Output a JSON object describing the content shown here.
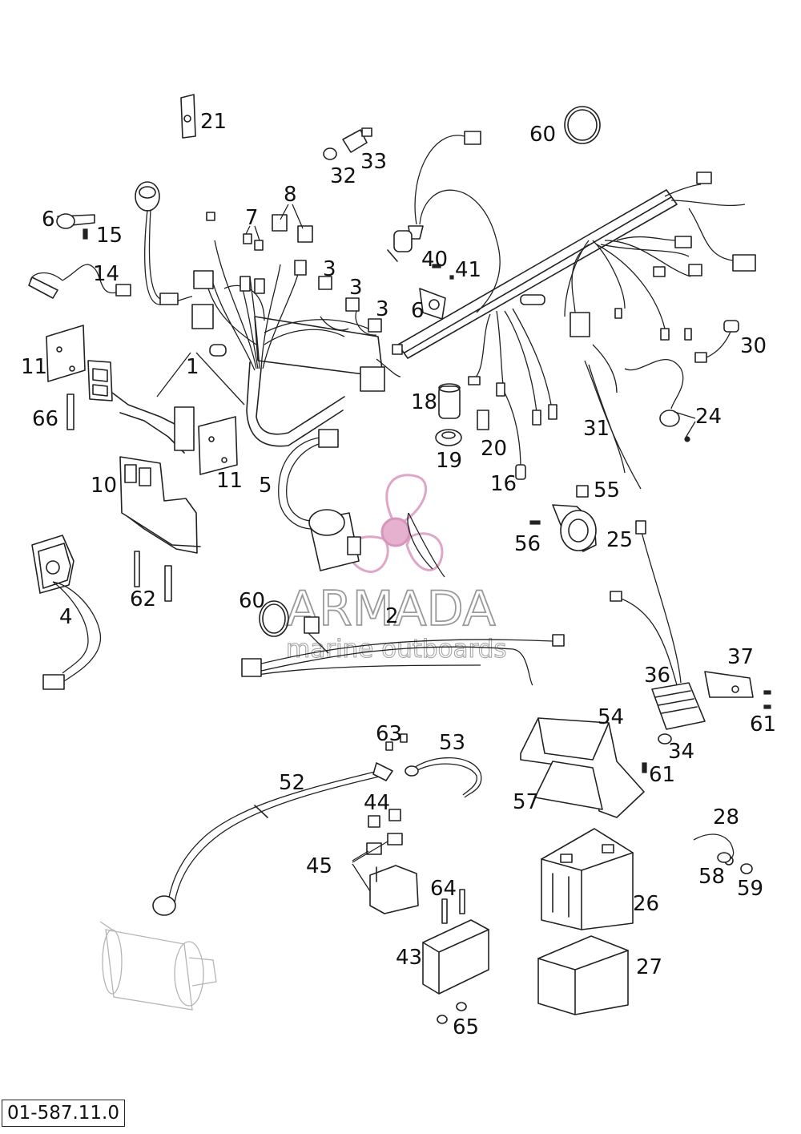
{
  "drawing": {
    "reference_number": "01-587.11.0"
  },
  "watermark": {
    "brand": "ARMADA",
    "tagline": "marine outboards",
    "accent_color": "#e0a6c8"
  },
  "callouts": [
    {
      "id": "c21",
      "label": "21"
    },
    {
      "id": "c60a",
      "label": "60"
    },
    {
      "id": "c33",
      "label": "33"
    },
    {
      "id": "c32",
      "label": "32"
    },
    {
      "id": "c8",
      "label": "8"
    },
    {
      "id": "c7",
      "label": "7"
    },
    {
      "id": "c6a",
      "label": "6"
    },
    {
      "id": "c15",
      "label": "15"
    },
    {
      "id": "c14",
      "label": "14"
    },
    {
      "id": "c40",
      "label": "40"
    },
    {
      "id": "c41",
      "label": "41"
    },
    {
      "id": "c3a",
      "label": "3"
    },
    {
      "id": "c3b",
      "label": "3"
    },
    {
      "id": "c3c",
      "label": "3"
    },
    {
      "id": "c6b",
      "label": "6"
    },
    {
      "id": "c30",
      "label": "30"
    },
    {
      "id": "c11a",
      "label": "11"
    },
    {
      "id": "c1",
      "label": "1"
    },
    {
      "id": "c18",
      "label": "18"
    },
    {
      "id": "c24",
      "label": "24"
    },
    {
      "id": "c66",
      "label": "66"
    },
    {
      "id": "c31",
      "label": "31"
    },
    {
      "id": "c20",
      "label": "20"
    },
    {
      "id": "c19",
      "label": "19"
    },
    {
      "id": "c11b",
      "label": "11"
    },
    {
      "id": "c5",
      "label": "5"
    },
    {
      "id": "c16",
      "label": "16"
    },
    {
      "id": "c10",
      "label": "10"
    },
    {
      "id": "c55",
      "label": "55"
    },
    {
      "id": "c56",
      "label": "56"
    },
    {
      "id": "c25",
      "label": "25"
    },
    {
      "id": "c62",
      "label": "62"
    },
    {
      "id": "c60b",
      "label": "60"
    },
    {
      "id": "c4",
      "label": "4"
    },
    {
      "id": "c2",
      "label": "2"
    },
    {
      "id": "c37",
      "label": "37"
    },
    {
      "id": "c36",
      "label": "36"
    },
    {
      "id": "c61a",
      "label": "61"
    },
    {
      "id": "c54",
      "label": "54"
    },
    {
      "id": "c63",
      "label": "63"
    },
    {
      "id": "c53",
      "label": "53"
    },
    {
      "id": "c34",
      "label": "34"
    },
    {
      "id": "c61b",
      "label": "61"
    },
    {
      "id": "c52",
      "label": "52"
    },
    {
      "id": "c57",
      "label": "57"
    },
    {
      "id": "c44",
      "label": "44"
    },
    {
      "id": "c28",
      "label": "28"
    },
    {
      "id": "c45",
      "label": "45"
    },
    {
      "id": "c58",
      "label": "58"
    },
    {
      "id": "c59",
      "label": "59"
    },
    {
      "id": "c64",
      "label": "64"
    },
    {
      "id": "c26",
      "label": "26"
    },
    {
      "id": "c43",
      "label": "43"
    },
    {
      "id": "c27",
      "label": "27"
    },
    {
      "id": "c65",
      "label": "65"
    }
  ]
}
